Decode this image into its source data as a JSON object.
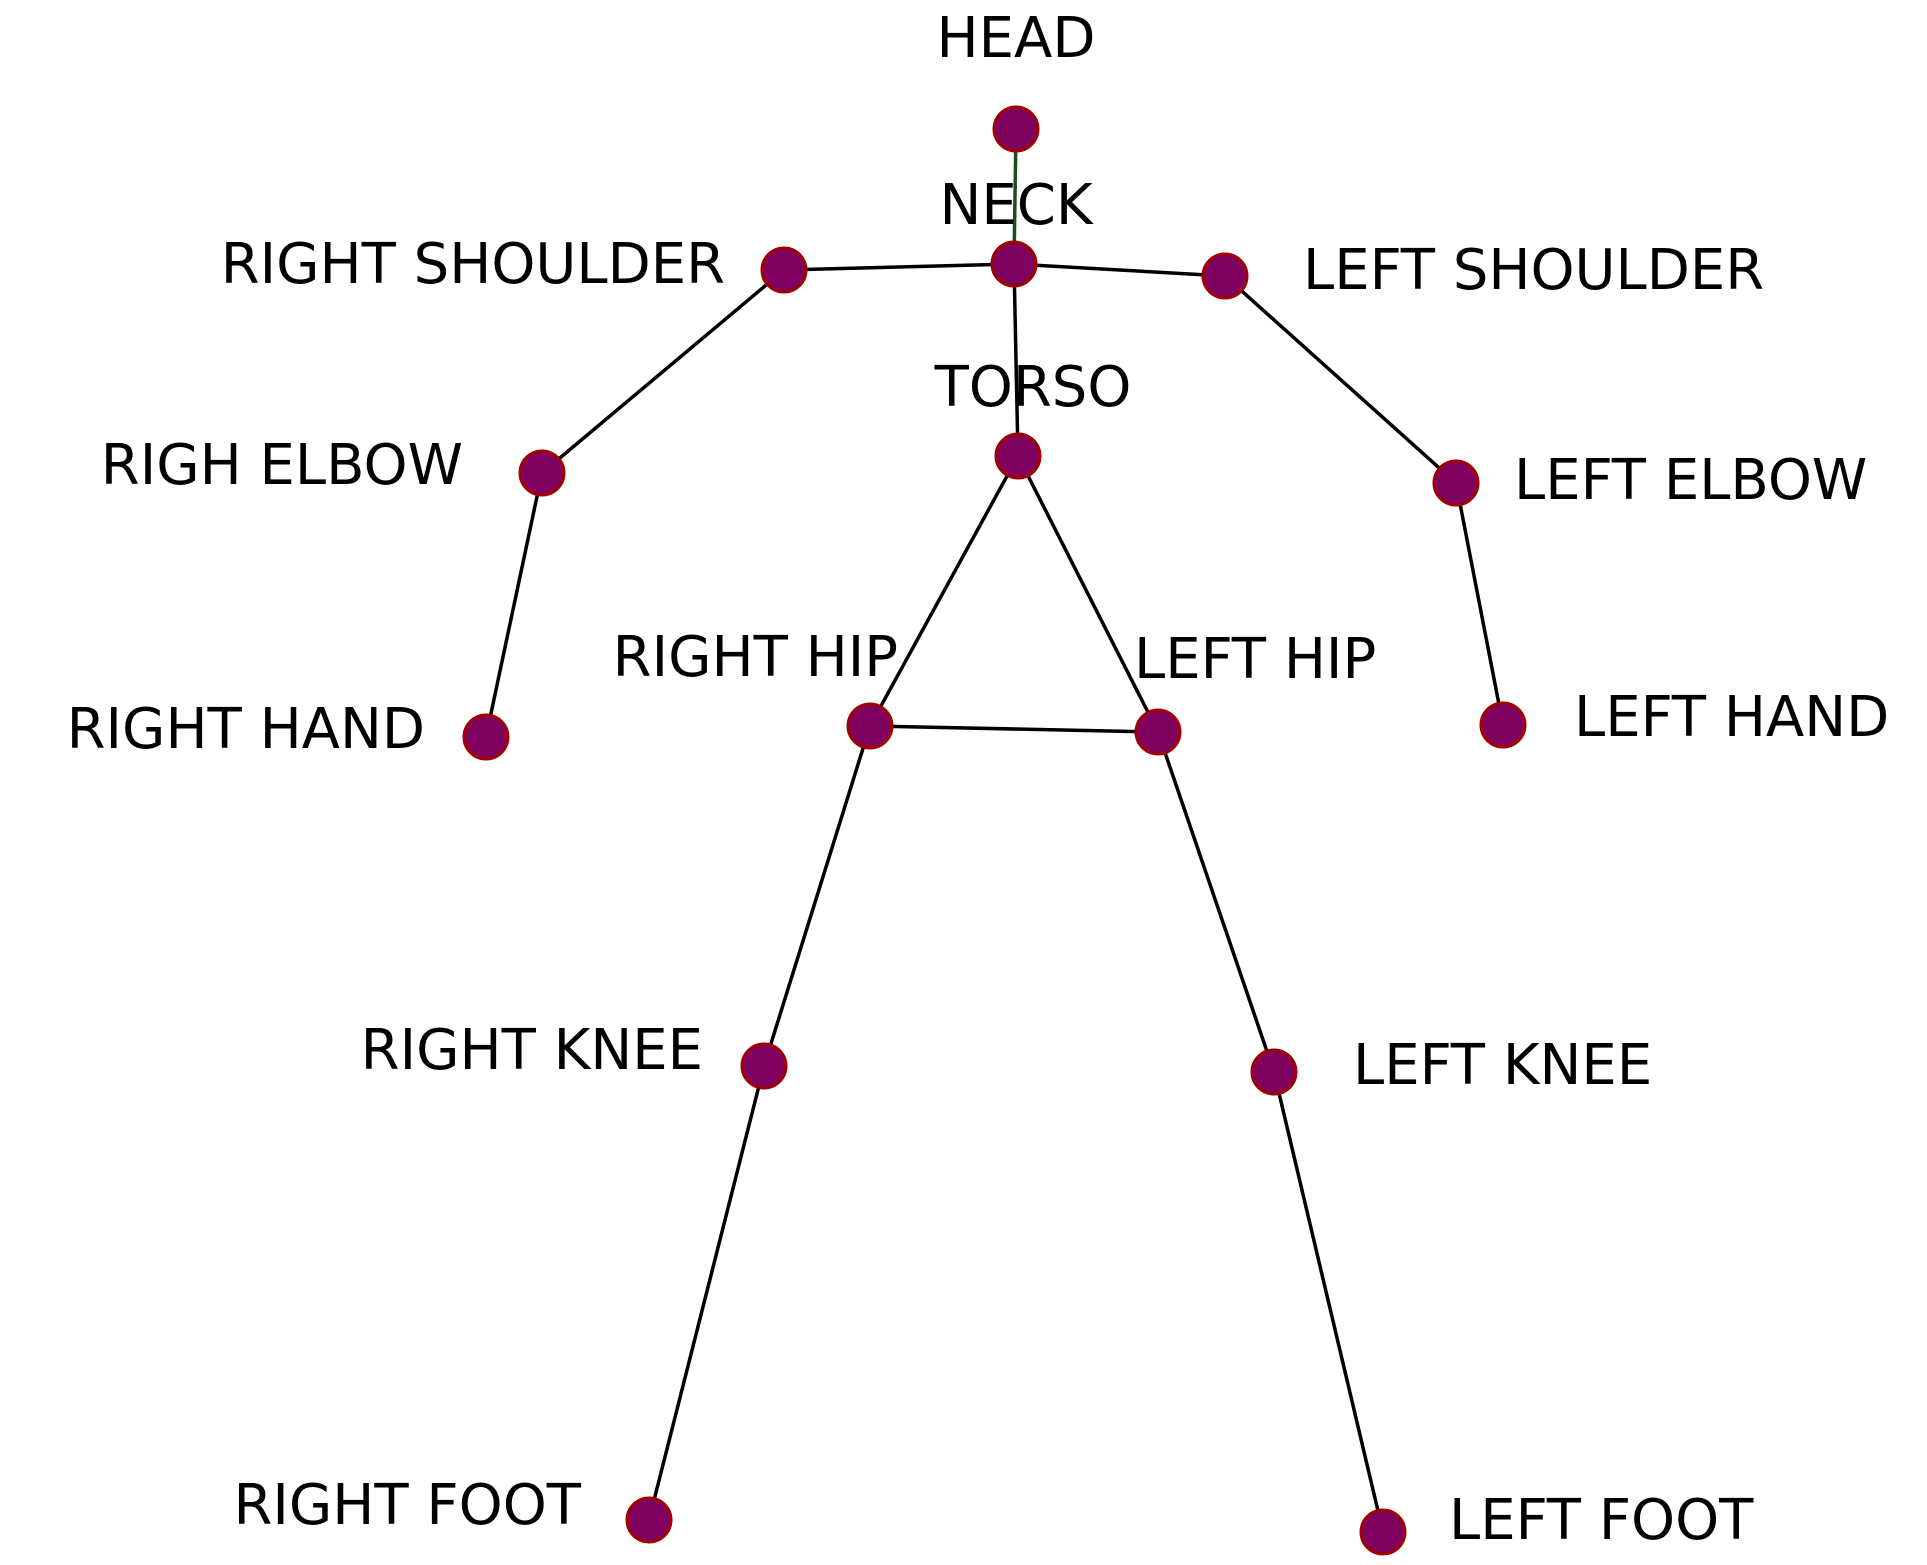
{
  "colors": {
    "background": "#ffffff",
    "joint_fill": "#800060",
    "joint_stroke": "#a00000",
    "bone": "#000000",
    "neck_bone": "#1b4d1b"
  },
  "joints": [
    {
      "id": "head",
      "label": "HEAD"
    },
    {
      "id": "neck",
      "label": "NECK"
    },
    {
      "id": "right_shoulder",
      "label": "RIGHT SHOULDER"
    },
    {
      "id": "left_shoulder",
      "label": "LEFT SHOULDER"
    },
    {
      "id": "right_elbow",
      "label": "RIGH ELBOW"
    },
    {
      "id": "left_elbow",
      "label": "LEFT ELBOW"
    },
    {
      "id": "torso",
      "label": "TORSO"
    },
    {
      "id": "right_hand",
      "label": "RIGHT HAND"
    },
    {
      "id": "left_hand",
      "label": "LEFT HAND"
    },
    {
      "id": "right_hip",
      "label": "RIGHT HIP"
    },
    {
      "id": "left_hip",
      "label": "LEFT HIP"
    },
    {
      "id": "right_knee",
      "label": "RIGHT KNEE"
    },
    {
      "id": "left_knee",
      "label": "LEFT KNEE"
    },
    {
      "id": "right_foot",
      "label": "RIGHT FOOT"
    },
    {
      "id": "left_foot",
      "label": "LEFT FOOT"
    }
  ],
  "edges": [
    [
      "head",
      "neck"
    ],
    [
      "neck",
      "right_shoulder"
    ],
    [
      "neck",
      "left_shoulder"
    ],
    [
      "neck",
      "torso"
    ],
    [
      "right_shoulder",
      "right_elbow"
    ],
    [
      "right_elbow",
      "right_hand"
    ],
    [
      "left_shoulder",
      "left_elbow"
    ],
    [
      "left_elbow",
      "left_hand"
    ],
    [
      "torso",
      "right_hip"
    ],
    [
      "torso",
      "left_hip"
    ],
    [
      "right_hip",
      "left_hip"
    ],
    [
      "right_hip",
      "right_knee"
    ],
    [
      "right_knee",
      "right_foot"
    ],
    [
      "left_hip",
      "left_knee"
    ],
    [
      "left_knee",
      "left_foot"
    ]
  ]
}
